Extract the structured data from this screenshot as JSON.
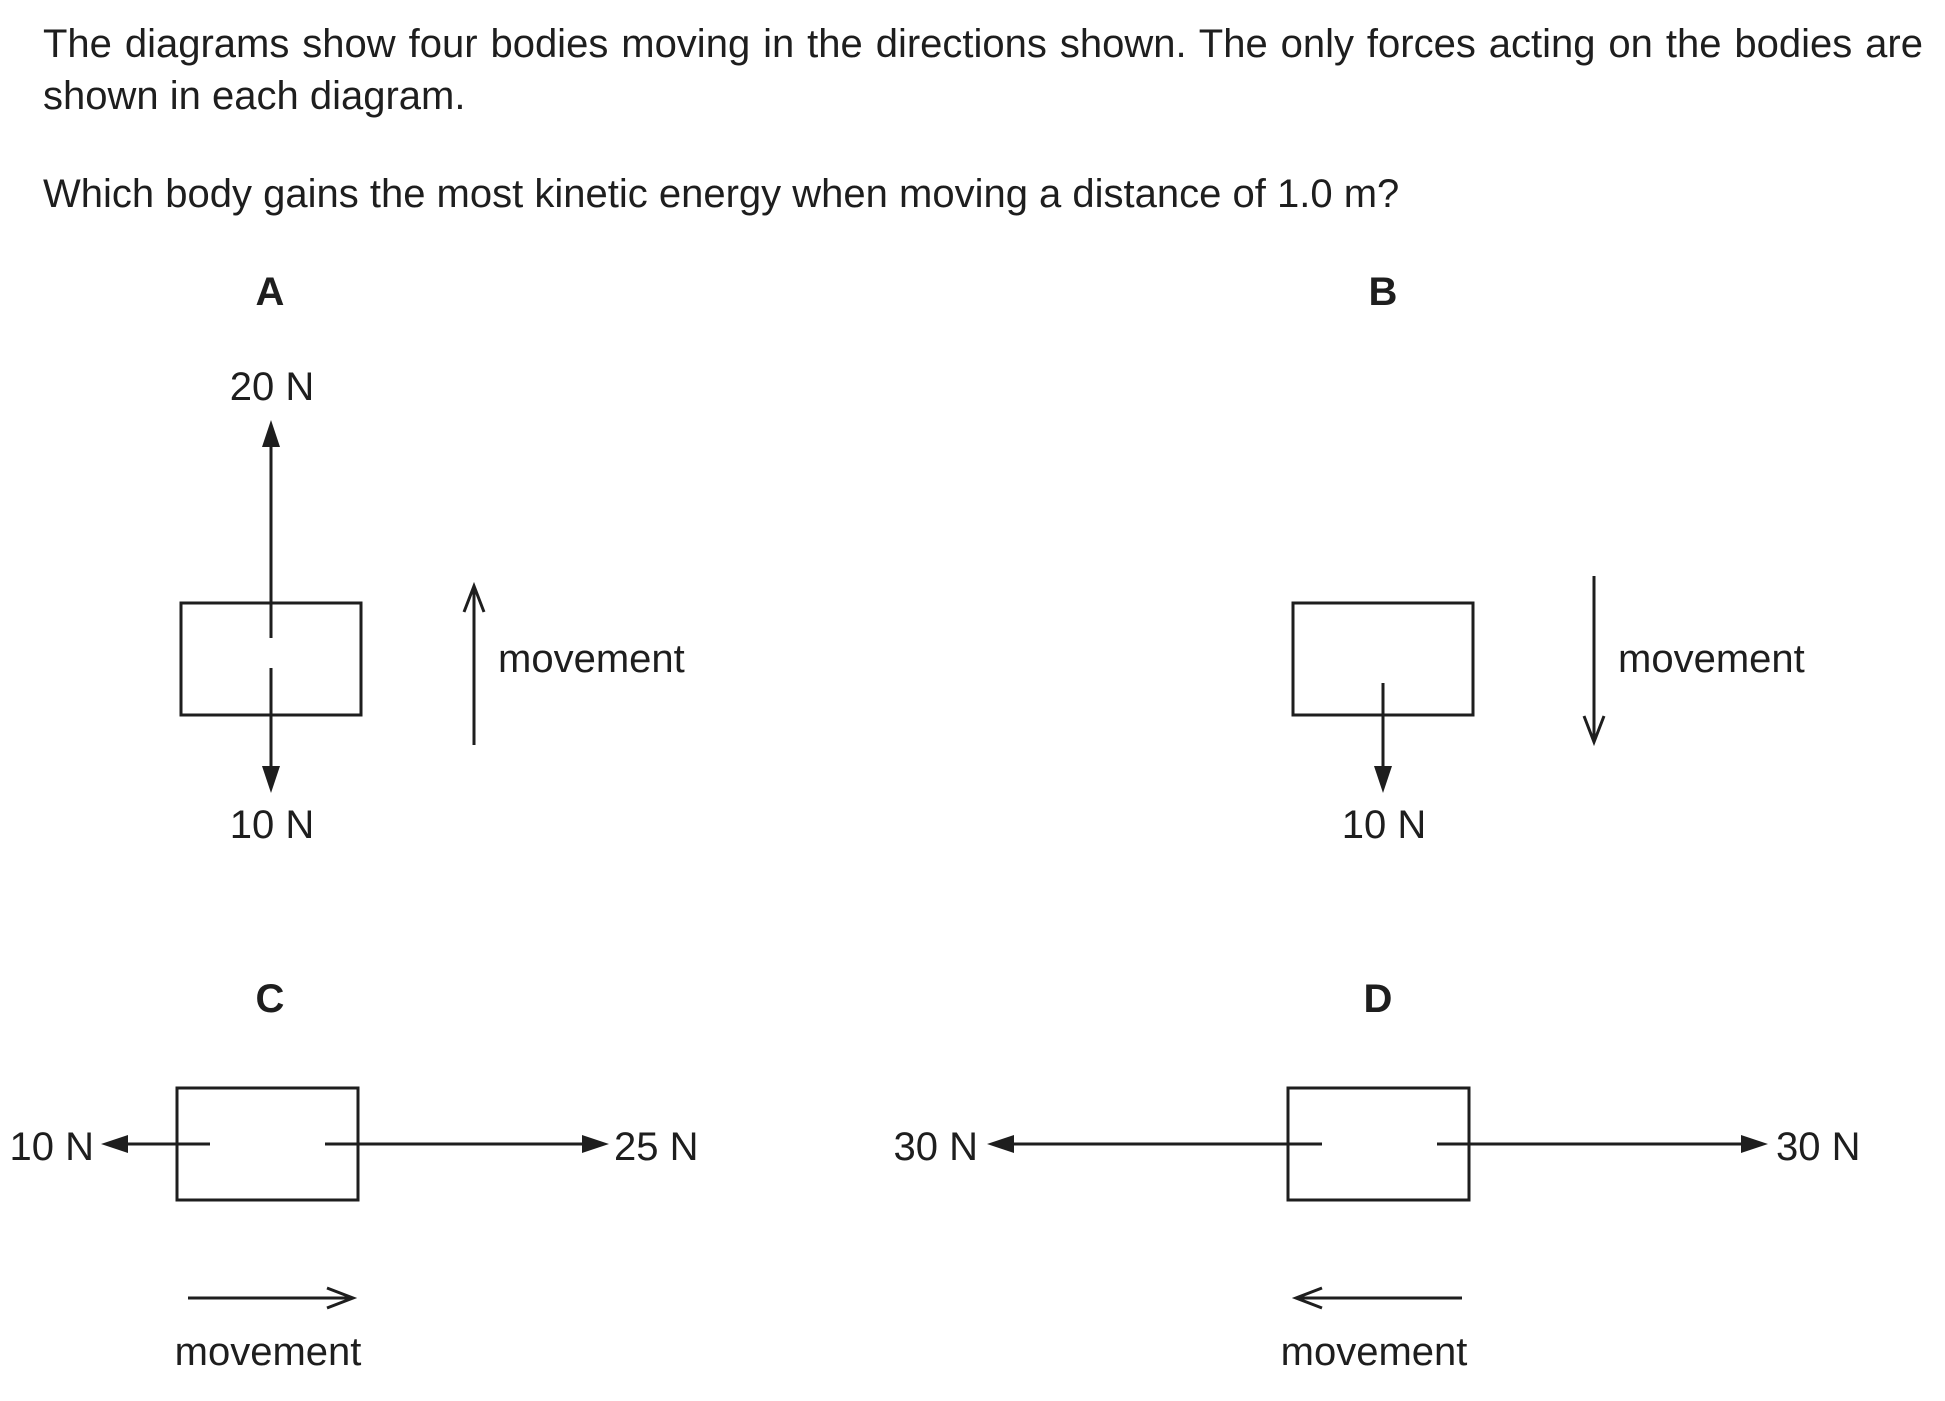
{
  "question": {
    "intro": "The diagrams show four bodies moving in the directions shown. The only forces acting on the bodies are shown in each diagram.",
    "prompt": "Which body gains the most kinetic energy when moving a distance of 1.0 m?"
  },
  "options": {
    "A": {
      "letter": "A",
      "force_up": "20 N",
      "force_down": "10 N",
      "movement": "movement"
    },
    "B": {
      "letter": "B",
      "force_down": "10 N",
      "movement": "movement"
    },
    "C": {
      "letter": "C",
      "force_left": "10 N",
      "force_right": "25 N",
      "movement": "movement"
    },
    "D": {
      "letter": "D",
      "force_left": "30 N",
      "force_right": "30 N",
      "movement": "movement"
    }
  }
}
